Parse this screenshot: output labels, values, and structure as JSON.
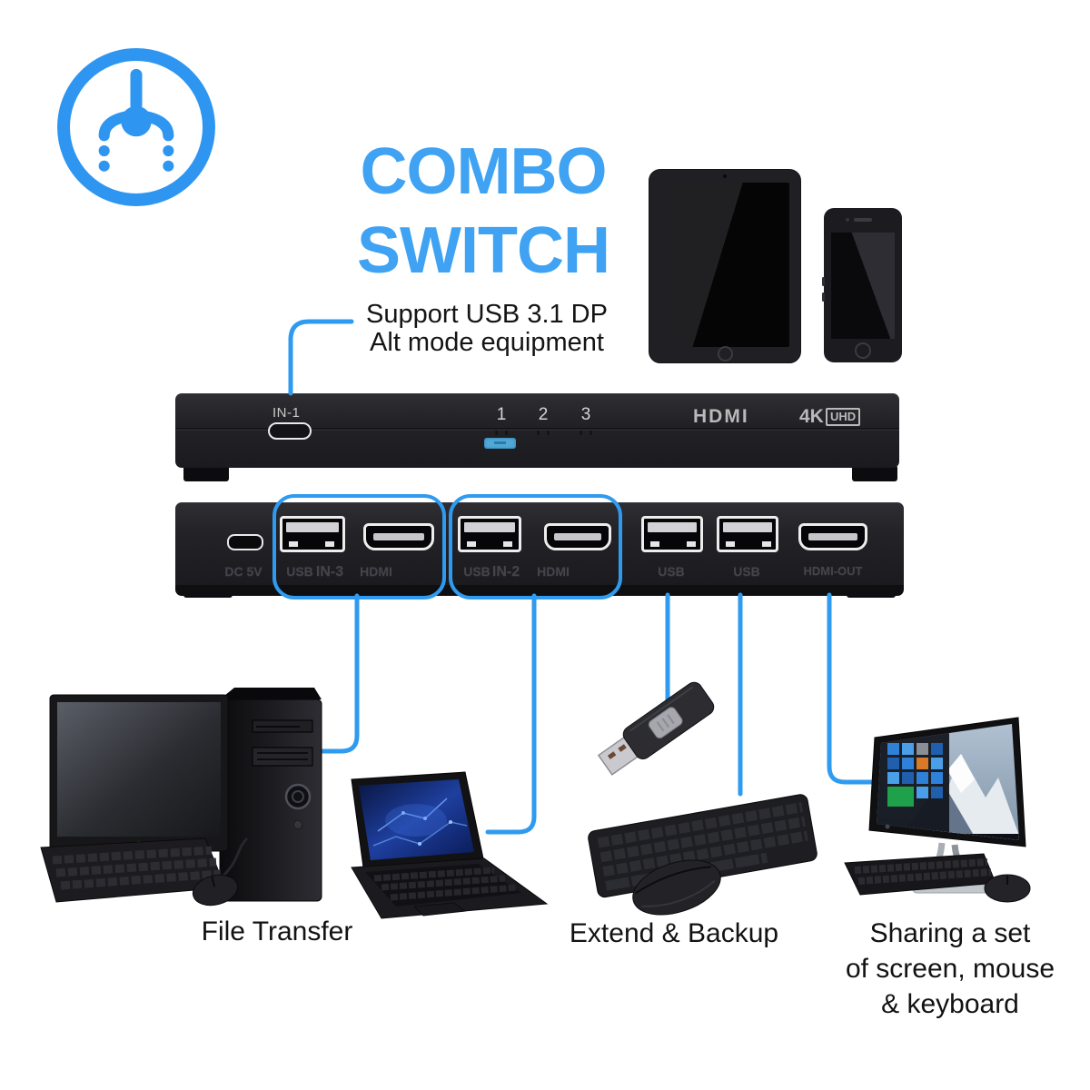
{
  "branding": {
    "badge_icon": "switch-splitter-icon"
  },
  "header": {
    "title_line1": "COMBO",
    "title_line2": "SWITCH",
    "subtitle_line1": "Support USB 3.1 DP",
    "subtitle_line2": "Alt mode equipment"
  },
  "front_panel": {
    "input_label": "IN-1",
    "channel_labels": [
      "1",
      "2",
      "3"
    ],
    "hdmi_logo": "HDMI",
    "resolution_label": "4K",
    "uhd_badge": "UHD"
  },
  "back_panel": {
    "power_label": "DC 5V",
    "group_in3": {
      "usb": "USB",
      "name": "IN-3",
      "hdmi": "HDMI"
    },
    "group_in2": {
      "usb": "USB",
      "name": "IN-2",
      "hdmi": "HDMI"
    },
    "usb_port_a_label": "USB",
    "usb_port_b_label": "USB",
    "hdmi_out_label": "HDMI-OUT"
  },
  "captions": {
    "file_transfer": "File Transfer",
    "extend_backup": "Extend & Backup",
    "sharing_line1": "Sharing a set",
    "sharing_line2": "of screen, mouse",
    "sharing_line3": "& keyboard"
  },
  "icons": {
    "illustrations": [
      "tablet",
      "smartphone",
      "desktop-computer",
      "laptop",
      "usb-flash-drive",
      "wireless-keyboard-mouse",
      "all-in-one-pc"
    ]
  },
  "colors": {
    "accent_blue": "#2f9bf0",
    "title_blue": "#3fa2f2",
    "led_blue": "#4fa8d6"
  }
}
